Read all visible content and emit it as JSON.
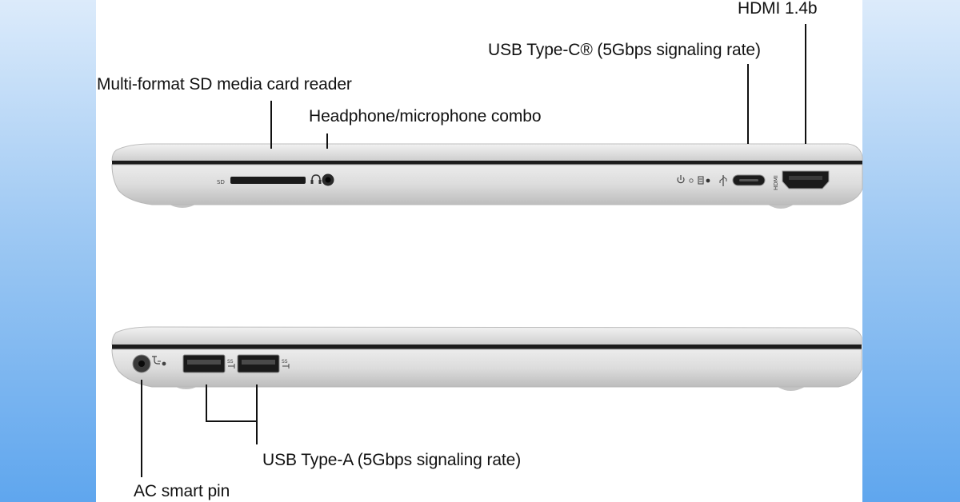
{
  "labels": {
    "hdmi": "HDMI 1.4b",
    "usb_c": "USB Type-C® (5Gbps signaling rate)",
    "sd_reader": "Multi-format SD media card reader",
    "headphone": "Headphone/microphone combo",
    "usb_a": "USB Type-A (5Gbps signaling rate)",
    "ac_pin": "AC smart pin"
  },
  "port_marks": {
    "sd": "SD",
    "hdmi": "HDMI"
  },
  "icons": [
    "headphone-icon",
    "power-icon",
    "led-icon",
    "battery-icon",
    "usb-icon",
    "ss-usb-icon",
    "dc-power-icon"
  ],
  "colors": {
    "background_gradient": [
      "#dcebfb",
      "#5fa6ee"
    ],
    "panel": "#ffffff",
    "chassis": "#d9d9d9",
    "chassis_dark": "#b9b9b9",
    "port": "#1a1a1a",
    "leader_line": "#111111"
  }
}
